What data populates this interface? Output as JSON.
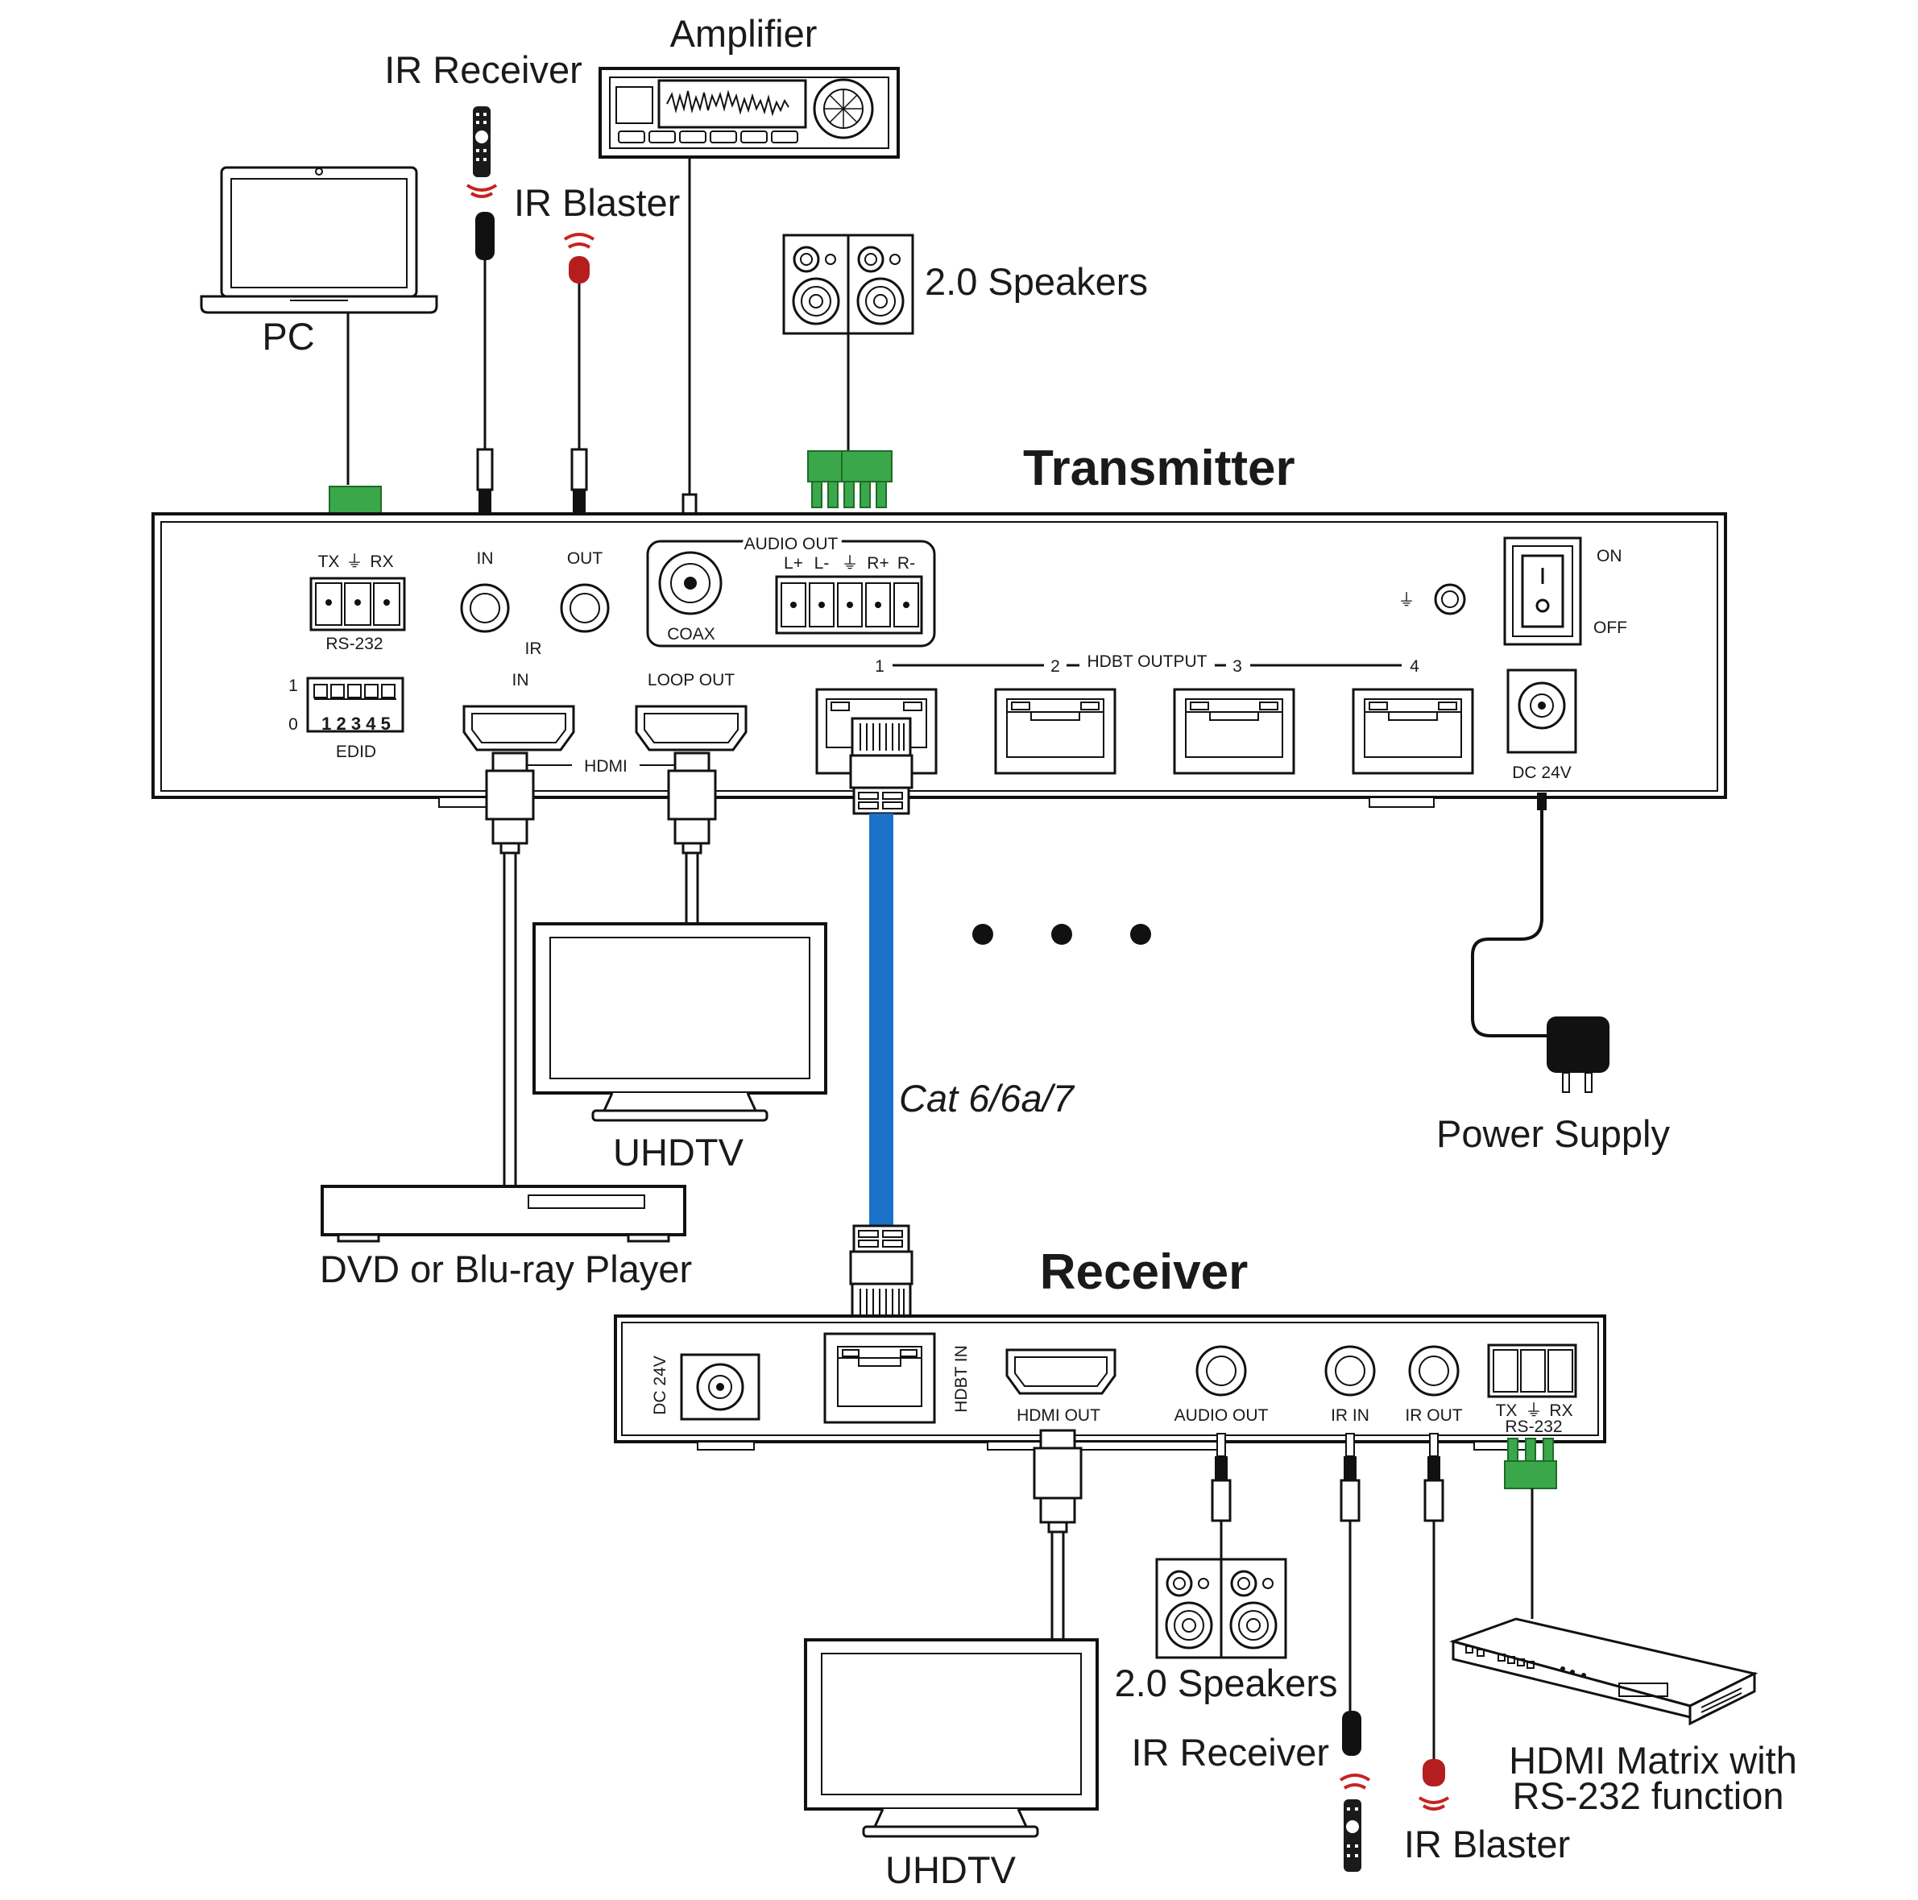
{
  "titles": {
    "transmitter": "Transmitter",
    "receiver": "Receiver"
  },
  "devices": {
    "amplifier": "Amplifier",
    "ir_receiver_top": "IR Receiver",
    "ir_blaster_top": "IR Blaster",
    "pc": "PC",
    "speakers_top": "2.0 Speakers",
    "uhdtv_top": "UHDTV",
    "dvd_player": "DVD or Blu-ray Player",
    "power_supply": "Power Supply",
    "speakers_bottom": "2.0 Speakers",
    "ir_receiver_bottom": "IR Receiver",
    "ir_blaster_bottom": "IR Blaster",
    "uhdtv_bottom": "UHDTV",
    "hdmi_matrix_line1": "HDMI Matrix with",
    "hdmi_matrix_line2": "RS-232 function"
  },
  "cable_label": "Cat 6/6a/7",
  "transmitter_ports": {
    "tx": "TX",
    "rx": "RX",
    "rs232": "RS-232",
    "ir_in": "IN",
    "ir_out": "OUT",
    "ir": "IR",
    "audio_out": "AUDIO OUT",
    "coax": "COAX",
    "l_plus": "L+",
    "l_minus": "L-",
    "r_plus": "R+",
    "r_minus": "R-",
    "on": "ON",
    "off": "OFF",
    "edid": "EDID",
    "edid_1": "1",
    "edid_0": "0",
    "dip_numbers": "1 2 3 4 5",
    "hdmi_in": "IN",
    "hdmi_loop_out": "LOOP OUT",
    "hdmi": "HDMI",
    "hdbt_output": "HDBT OUTPUT",
    "hdbt_1": "1",
    "hdbt_2": "2",
    "hdbt_3": "3",
    "hdbt_4": "4",
    "dc24v": "DC 24V"
  },
  "receiver_ports": {
    "dc24v": "DC 24V",
    "hdbt_in": "HDBT IN",
    "hdmi_out": "HDMI OUT",
    "audio_out": "AUDIO OUT",
    "ir_in": "IR IN",
    "ir_out": "IR OUT",
    "tx": "TX",
    "rx": "RX",
    "rs232": "RS-232"
  },
  "colors": {
    "cat_cable": "#1a73c8",
    "terminal_green": "#3aa84a",
    "ir_red": "#c82222"
  }
}
